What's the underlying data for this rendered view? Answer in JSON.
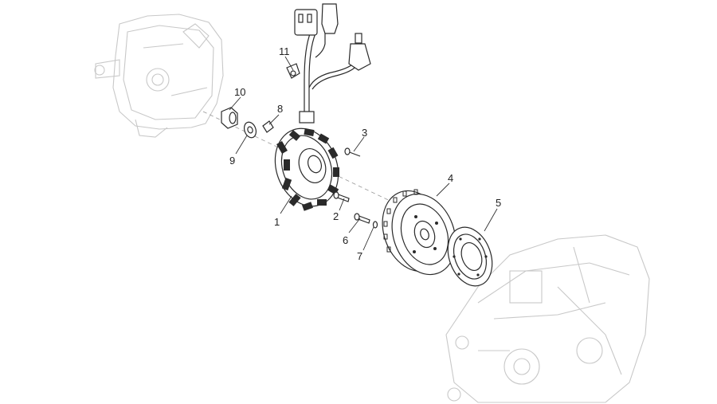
{
  "callouts": {
    "c1": "1",
    "c2": "2",
    "c3": "3",
    "c4": "4",
    "c5": "5",
    "c6": "6",
    "c7": "7",
    "c8": "8",
    "c9": "9",
    "c10": "10",
    "c11": "11"
  },
  "colors": {
    "line": "#2a2a2a",
    "ghost": "#c8c8c8",
    "background": "#ffffff"
  }
}
